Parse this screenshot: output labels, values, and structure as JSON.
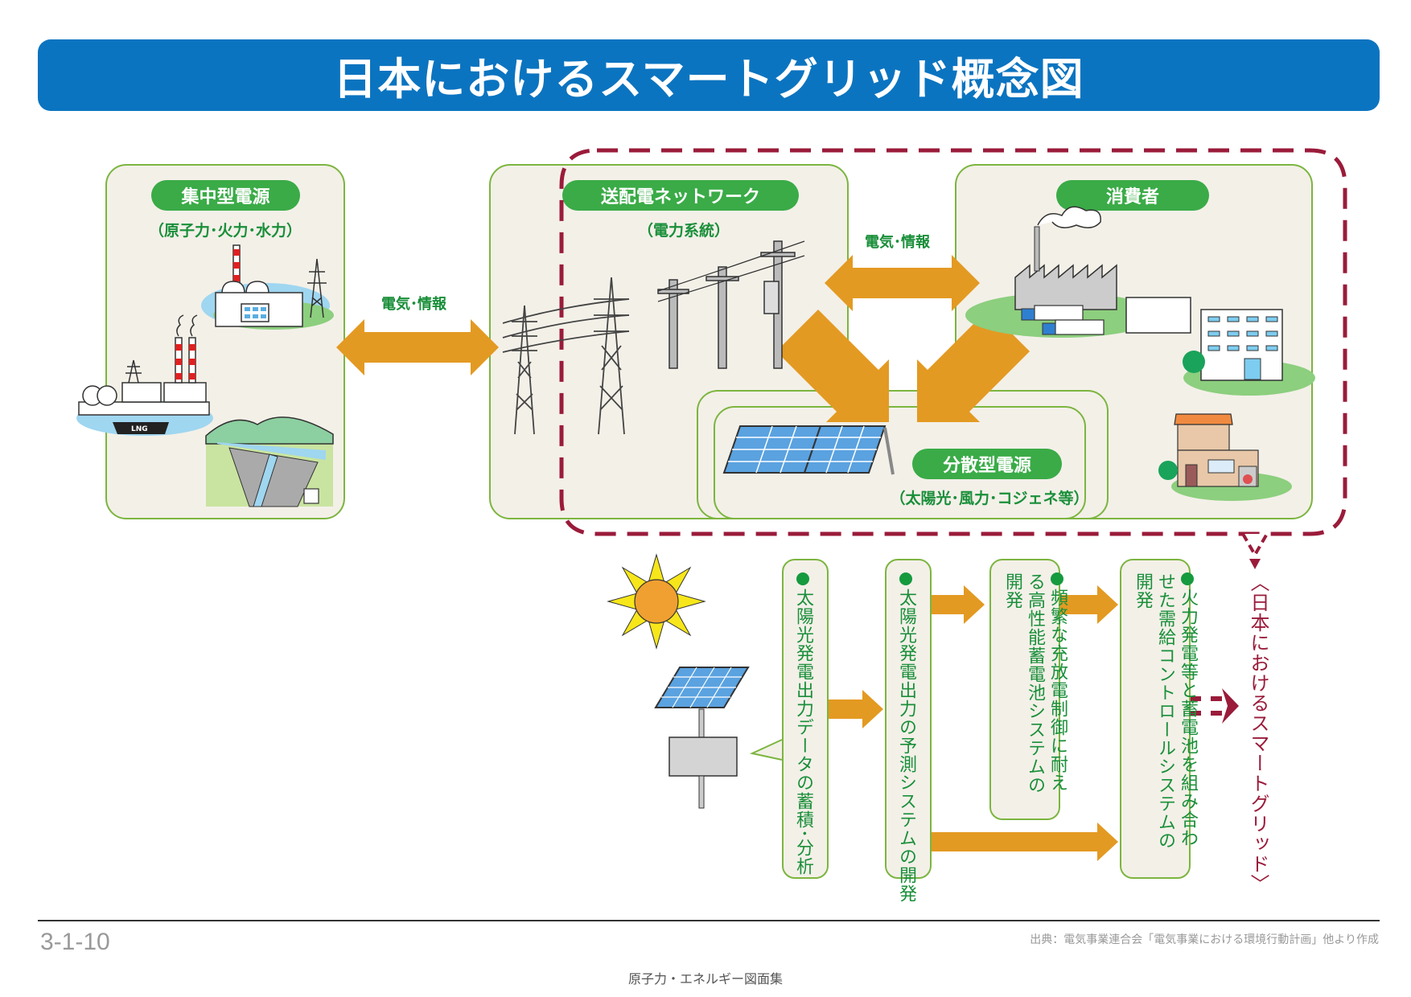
{
  "title": "日本におけるスマートグリッド概念図",
  "panels": {
    "central": {
      "label": "集中型電源",
      "sub": "（原子力･火力･水力）"
    },
    "network": {
      "label": "送配電ネットワーク",
      "sub": "（電力系統）"
    },
    "consumer": {
      "label": "消費者"
    },
    "distributed": {
      "label": "分散型電源",
      "sub": "（太陽光･風力･コジェネ等）"
    }
  },
  "flows": {
    "central_network": "電気･情報",
    "network_consumer": "電気･情報"
  },
  "illustrations": {
    "lng_ship_label": "LNG"
  },
  "steps": [
    {
      "text": "太陽光発電出力データの蓄積･分析"
    },
    {
      "text": "太陽光発電出力の予測システムの開発"
    },
    {
      "text": "頻繁な充放電制御に耐える高性能蓄電池システムの開発"
    },
    {
      "text": "火力発電等と蓄電池を組み合わせた需給コントロールシステムの開発"
    }
  ],
  "result": "〈日本におけるスマートグリッド〉",
  "footer": {
    "page_number": "3-1-10",
    "source": "出典：電気事業連合会「電気事業における環境行動計画」他より作成",
    "book_title": "原子力・エネルギー図面集"
  },
  "colors": {
    "title_bg": "#0b74c0",
    "pill_green": "#3aab47",
    "text_green": "#1a8f3a",
    "panel_bg": "#f3f0e8",
    "panel_border": "#7cb53f",
    "arrow_orange": "#e39a22",
    "dash_red": "#9a1b3a"
  }
}
